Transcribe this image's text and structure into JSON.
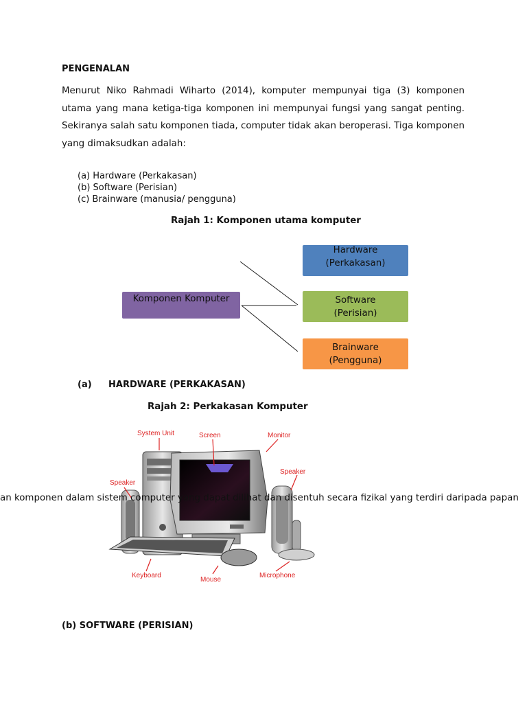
{
  "intro_heading": "PENGENALAN",
  "intro_paragraph": "Menurut Niko Rahmadi Wiharto (2014), komputer mempunyai tiga (3) komponen utama yang mana ketiga-tiga komponen ini mempunyai fungsi yang sangat penting. Sekiranya salah satu komponen tiada, computer tidak akan beroperasi. Tiga komponen yang dimaksudkan adalah:",
  "component_list": [
    "(a) Hardware (Perkakasan)",
    "(b) Software (Perisian)",
    "(c) Brainware (manusia/ pengguna)"
  ],
  "figure1": {
    "title": "Rajah 1: Komponen utama komputer",
    "root": "Komponen Komputer",
    "root_color": "#8064a2",
    "branches": [
      {
        "line1": "Hardware",
        "line2": "(Perkakasan)",
        "color": "#4f81bd"
      },
      {
        "line1": "Software",
        "line2": "(Perisian)",
        "color": "#9bbb59"
      },
      {
        "line1": "Brainware",
        "line2": "(Pengguna)",
        "color": "#f79646"
      }
    ]
  },
  "section_a": {
    "letter": "(a)",
    "title": "HARDWARE (PERKAKASAN)"
  },
  "figure2": {
    "title": "Rajah 2: Perkakasan Komputer",
    "labels": {
      "system_unit": "System Unit",
      "screen": "Screen",
      "monitor": "Monitor",
      "speaker_left": "Speaker",
      "speaker_right": "Speaker",
      "keyboard": "Keyboard",
      "mouse": "Mouse",
      "microphone": "Microphone"
    }
  },
  "overflow_text": "an komponen dalam sistem computer yang dapat dilihat dan disentuh secara fizikal yang terdiri daripada papan",
  "section_b": {
    "title": "(b) SOFTWARE (PERISIAN)"
  }
}
